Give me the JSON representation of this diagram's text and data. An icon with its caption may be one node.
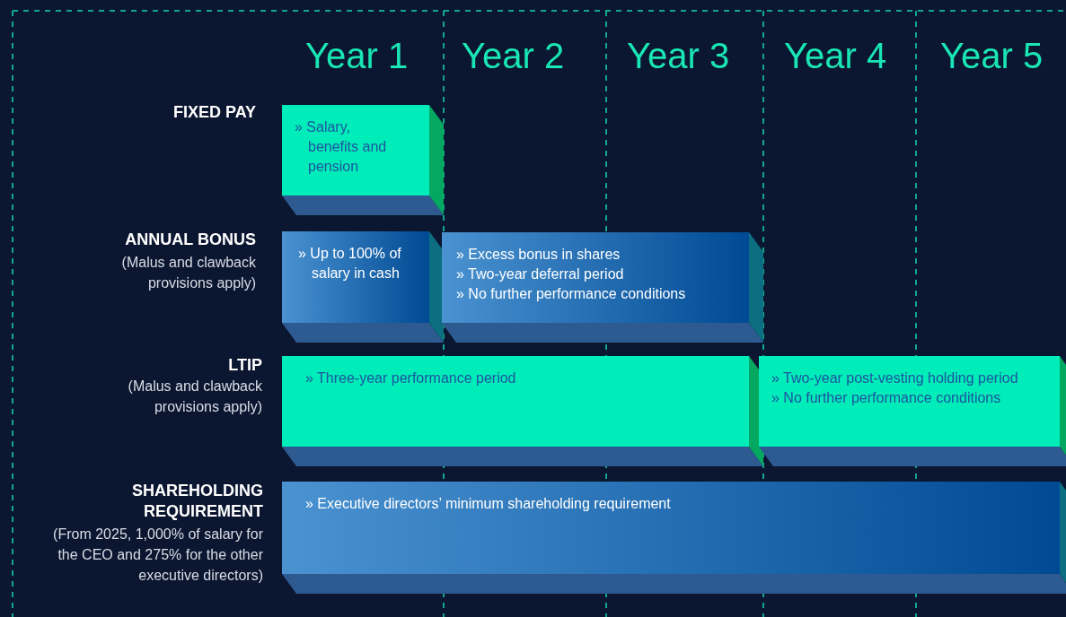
{
  "diagram": {
    "nodes": [
      {
        "text": [
          "» Salary, benefits and pension"
        ]
      },
      {
        "text": [
          "» Up to 100% of salary in cash"
        ]
      },
      {
        "text": [
          "» Excess bonus in shares",
          "» Two-year deferral period",
          "» No further performance conditions"
        ]
      },
      {
        "text": [
          "» Three-year performance period"
        ]
      },
      {
        "text": [
          "» Two-year post-vesting holding period",
          "» No further performance conditions"
        ]
      },
      {
        "text": [
          "» Executive directors’ minimum shareholding requirement"
        ]
      }
    ],
    "labels": [
      "Year 1",
      "Year 2",
      "Year 3",
      "Year 4",
      "Year 5",
      "FIXED PAY",
      "ANNUAL BONUS",
      "(Malus and clawback provisions apply)",
      "LTIP",
      "(Malus and clawback provisions apply)",
      "SHAREHOLDING REQUIREMENT",
      "(From 2025, 1,000% of salary for the CEO and 275% for the other executive directors)"
    ]
  }
}
